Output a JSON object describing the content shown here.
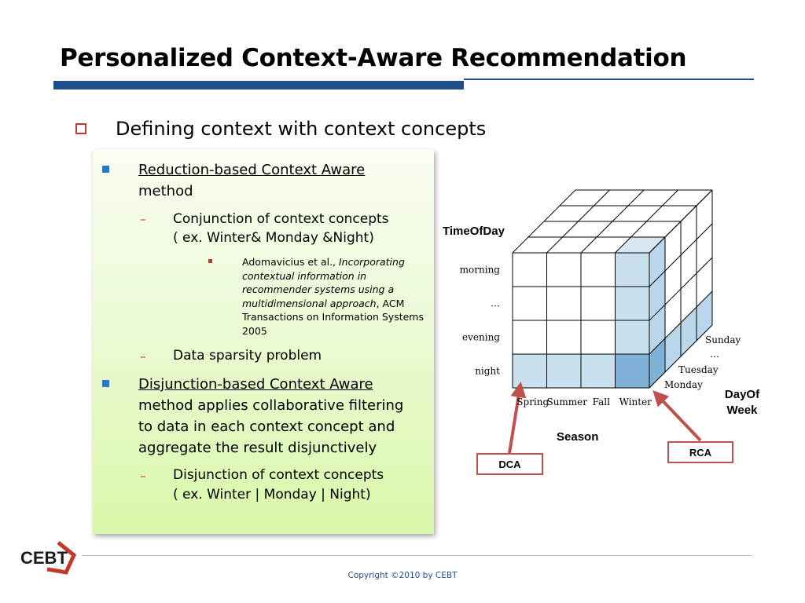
{
  "slide": {
    "title": "Personalized Context-Aware Recommendation",
    "main_bullet": "Defining context with context concepts"
  },
  "box": {
    "reduction": {
      "heading": "Reduction-based Context Aware",
      "heading_cont": "method",
      "sub1_line1": "Conjunction of context concepts",
      "sub1_line2": "( ex. Winter& Monday &Night)",
      "ref_author": "Adomavicius et al., ",
      "ref_title": [
        "Incorporating",
        "contextual information in",
        "recommender systems using a",
        "multidimensional approach"
      ],
      "ref_tail": [
        ", ACM",
        "Transactions on Information Systems",
        "2005"
      ],
      "sub2": "Data sparsity problem"
    },
    "disjunction": {
      "heading": "Disjunction-based Context Aware",
      "lines": [
        "method applies collaborative filtering",
        "to data in each context concept and",
        "aggregate the result disjunctively"
      ],
      "sub1_line1": "Disjunction of context concepts",
      "sub1_line2": "( ex. Winter | Monday | Night)"
    }
  },
  "cube": {
    "time_axis_label": "TimeOfDay",
    "time_labels": [
      "morning",
      "…",
      "evening",
      "night"
    ],
    "season_axis_label": "Season",
    "season_labels": [
      "Spring",
      "Summer",
      "Fall",
      "Winter"
    ],
    "week_axis_label_1": "DayOf",
    "week_axis_label_2": "Week",
    "day_labels": [
      "Sunday",
      "…",
      "Tuesday",
      "Monday"
    ],
    "tag_dca": "DCA",
    "tag_rca": "RCA",
    "colors": {
      "highlight": "#c9e0ef",
      "highlight_side": "#b9d6ea",
      "highlight_top": "#d7e8f4",
      "corner": "#7fb2d6",
      "grid": "#000000",
      "arrow": "#c0504d"
    }
  },
  "footer": {
    "logo_text": "CEBT",
    "copyright": "Copyright ©2010 by CEBT"
  }
}
